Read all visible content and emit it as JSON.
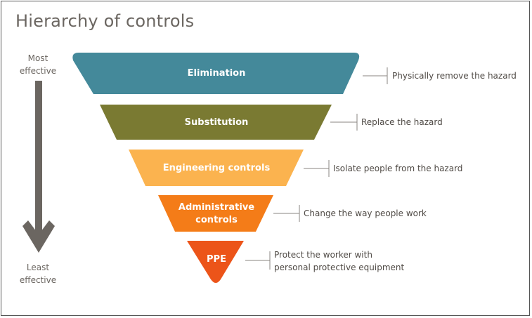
{
  "title": "Hierarchy of controls",
  "axis": {
    "top_label": [
      "Most",
      "effective"
    ],
    "bottom_label": [
      "Least",
      "effective"
    ]
  },
  "colors": {
    "elimination": "#44899a",
    "substitution": "#7a7a32",
    "engineering": "#fbb34f",
    "administrative": "#f47c18",
    "ppe": "#ec5419",
    "arrow": "#6b6661",
    "connector": "#8a8580"
  },
  "levels": [
    {
      "name": "Elimination",
      "description": [
        "Physically remove the hazard"
      ]
    },
    {
      "name": "Substitution",
      "description": [
        "Replace the hazard"
      ]
    },
    {
      "name": "Engineering controls",
      "description": [
        "Isolate people from the hazard"
      ]
    },
    {
      "name_lines": [
        "Administrative",
        "controls"
      ],
      "description": [
        "Change the way people work"
      ]
    },
    {
      "name": "PPE",
      "description": [
        "Protect the worker with",
        "personal protective equipment"
      ]
    }
  ]
}
